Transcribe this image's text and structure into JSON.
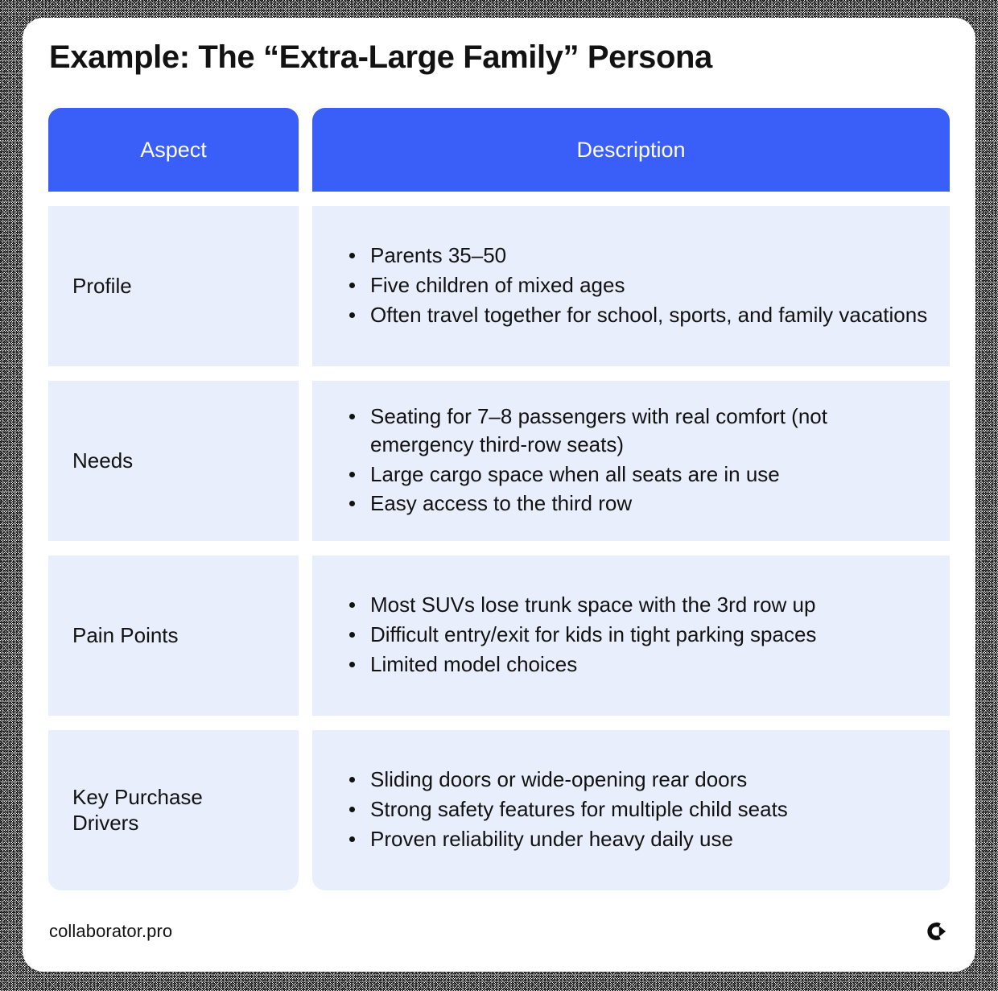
{
  "page": {
    "title": "Example: The “Extra-Large Family” Persona",
    "accent_color": "#3a5ef8",
    "cell_color": "#e9eefc",
    "text_color": "#121212",
    "card_color": "#ffffff"
  },
  "table": {
    "headers": {
      "aspect": "Aspect",
      "description": "Description"
    },
    "rows": [
      {
        "aspect": "Profile",
        "bullets": [
          "Parents 35–50",
          "Five children of mixed ages",
          "Often travel together for school, sports, and family vacations"
        ]
      },
      {
        "aspect": "Needs",
        "bullets": [
          "Seating for 7–8 passengers with real comfort (not emergency third-row seats)",
          "Large cargo space when all seats are in use",
          "Easy access to the third row"
        ]
      },
      {
        "aspect": "Pain Points",
        "bullets": [
          "Most SUVs lose trunk space with the 3rd row up",
          "Difficult entry/exit for kids in tight parking spaces",
          "Limited model choices"
        ]
      },
      {
        "aspect": "Key Purchase Drivers",
        "bullets": [
          "Sliding doors or wide-opening rear doors",
          "Strong safety features for multiple child seats",
          "Proven reliability under heavy daily use"
        ]
      }
    ]
  },
  "footer": {
    "url": "collaborator.pro",
    "logo_name": "collaborator-logo-icon"
  }
}
